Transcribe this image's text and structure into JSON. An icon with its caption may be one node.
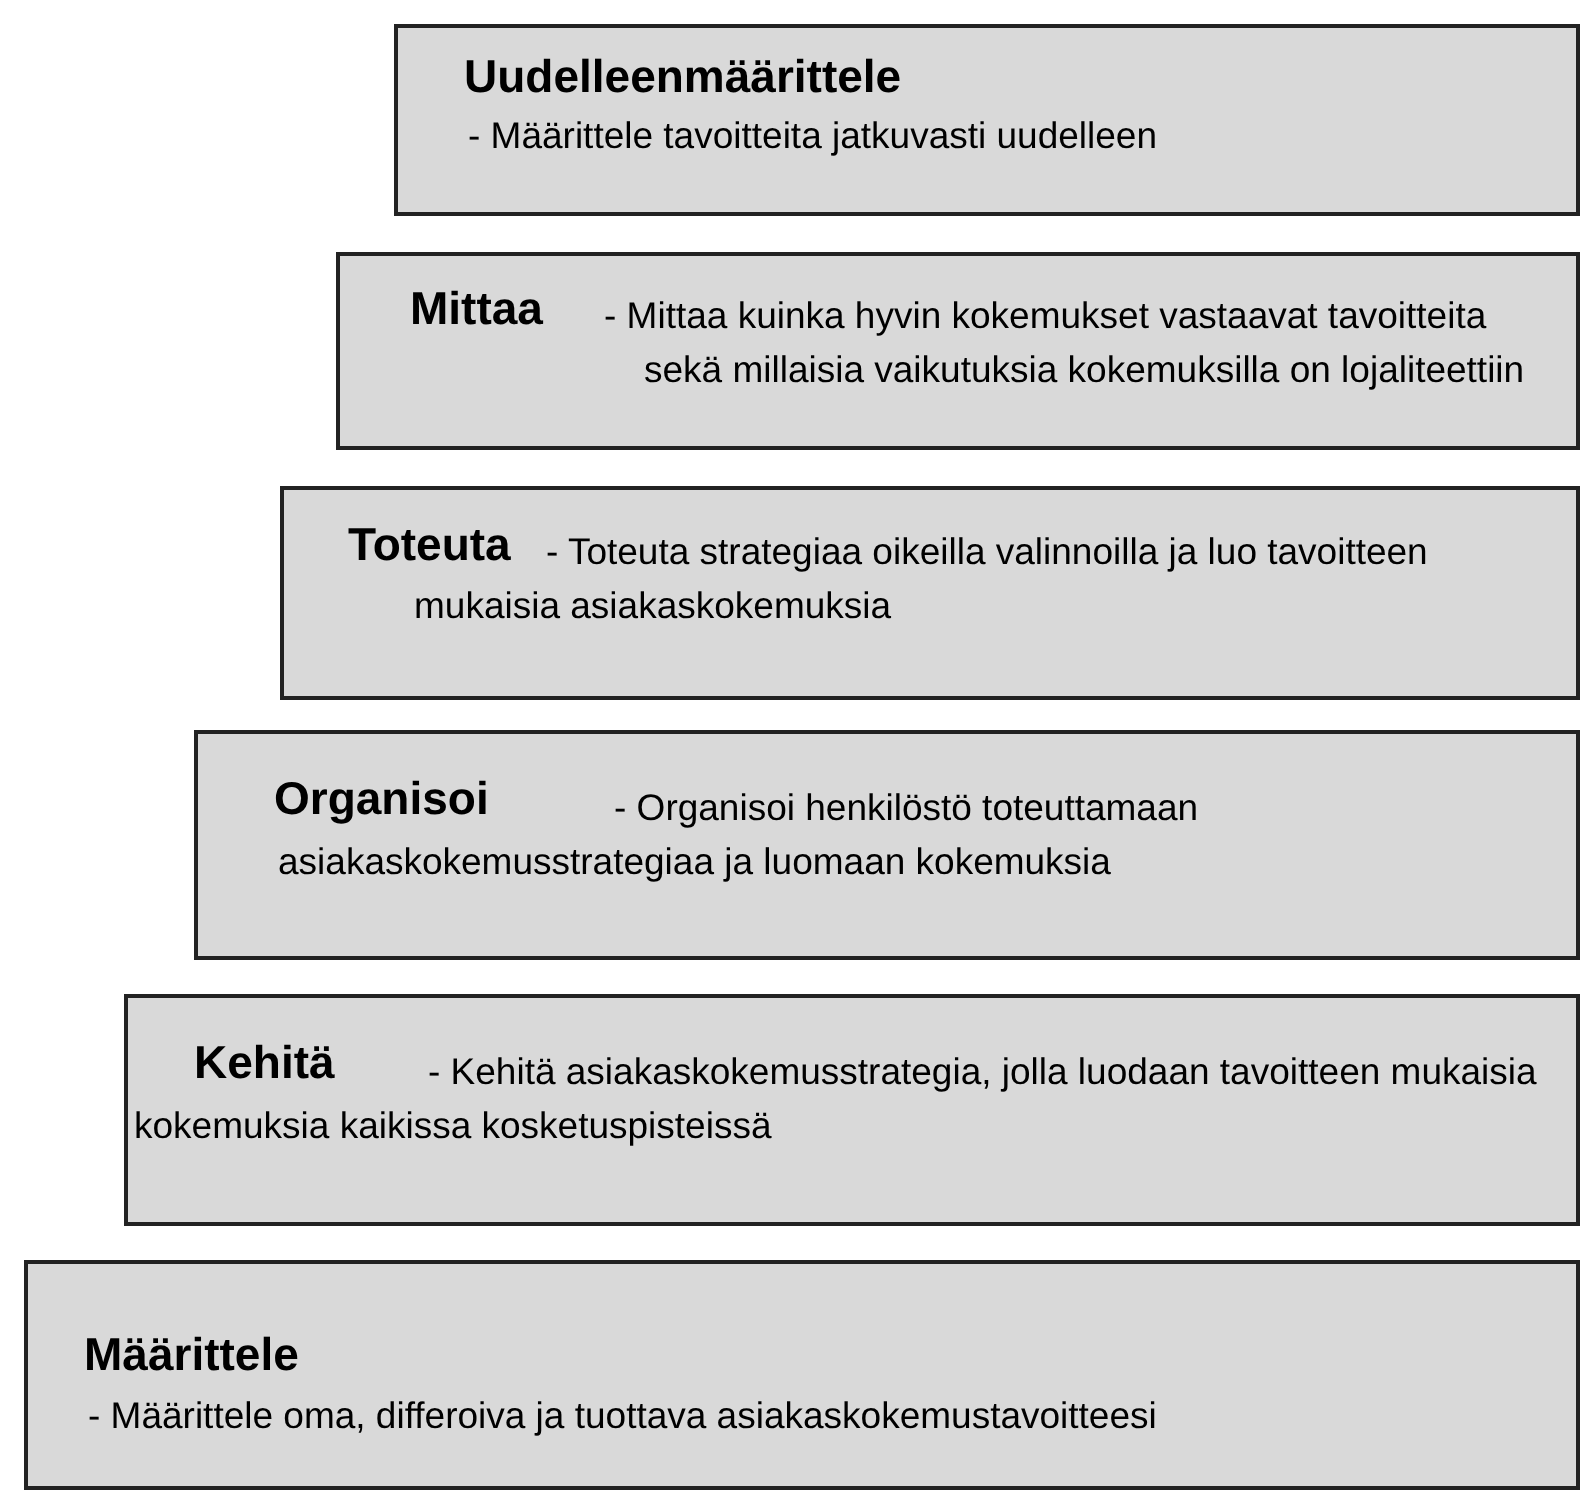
{
  "diagram": {
    "nodes": [
      {
        "text": [
          "Uudelleenmäärittele",
          "- Määrittele tavoitteita jatkuvasti uudelleen"
        ]
      },
      {
        "text": [
          "Mittaa",
          "- Mittaa kuinka hyvin kokemukset vastaavat tavoitteita sekä millaisia vaikutuksia kokemuksilla on lojaliteettiin"
        ]
      },
      {
        "text": [
          "Toteuta",
          "- Toteuta strategiaa oikeilla valinnoilla ja luo tavoitteen mukaisia asiakaskokemuksia"
        ]
      },
      {
        "text": [
          "Organisoi",
          "- Organisoi henkilöstö toteuttamaan asiakaskokemusstrategiaa ja luomaan kokemuksia"
        ]
      },
      {
        "text": [
          "Kehitä",
          "- Kehitä asiakaskokemusstrategia, jolla luodaan tavoitteen mukaisia kokemuksia kaikissa kosketuspisteissä"
        ]
      },
      {
        "text": [
          "Määrittele",
          "- Määrittele oma, differoiva ja tuottava asiakaskokemustavoitteesi"
        ]
      }
    ],
    "edges": []
  }
}
